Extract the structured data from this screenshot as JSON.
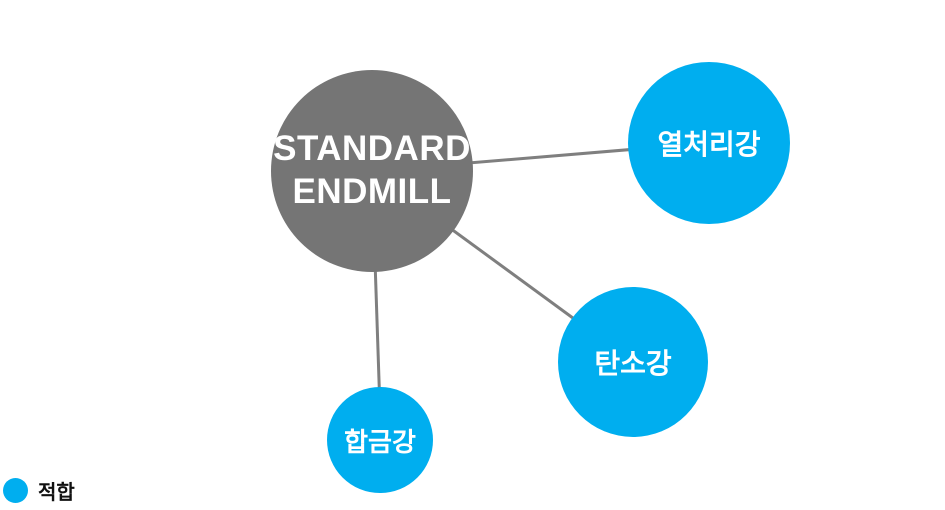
{
  "diagram": {
    "title_node": {
      "label_line1": "STANDARD",
      "label_line2": "ENDMILL",
      "color": "#757575",
      "text_color": "#ffffff"
    },
    "nodes": [
      {
        "id": "heat-treated-steel",
        "label": "열처리강",
        "color": "#00AEEF"
      },
      {
        "id": "carbon-steel",
        "label": "탄소강",
        "color": "#00AEEF"
      },
      {
        "id": "alloy-steel",
        "label": "합금강",
        "color": "#00AEEF"
      }
    ],
    "connector_color": "#7f7f7f",
    "legend": {
      "label": "적합",
      "marker_color": "#00AEEF"
    }
  }
}
